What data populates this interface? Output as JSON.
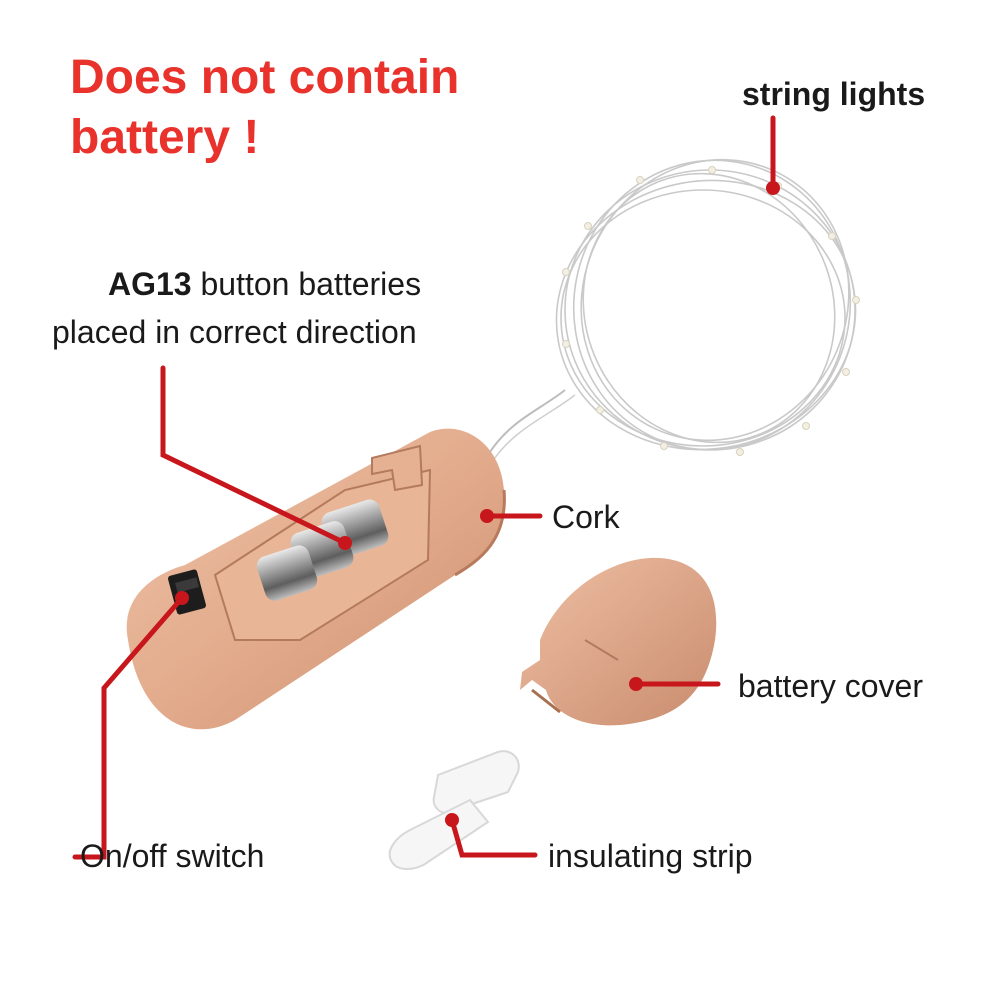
{
  "warning": {
    "line1": "Does not contain",
    "line2": "battery !"
  },
  "labels": {
    "string_lights": "string lights",
    "batteries_model": "AG13",
    "batteries_rest": " button batteries",
    "batteries_line2": "placed in correct direction",
    "cork": "Cork",
    "battery_cover": "battery cover",
    "on_off_switch": "On/off switch",
    "insulating_strip": "insulating strip"
  },
  "colors": {
    "warning_text": "#e8322b",
    "leader_line": "#c8161d",
    "cork": "#e1a98a"
  }
}
